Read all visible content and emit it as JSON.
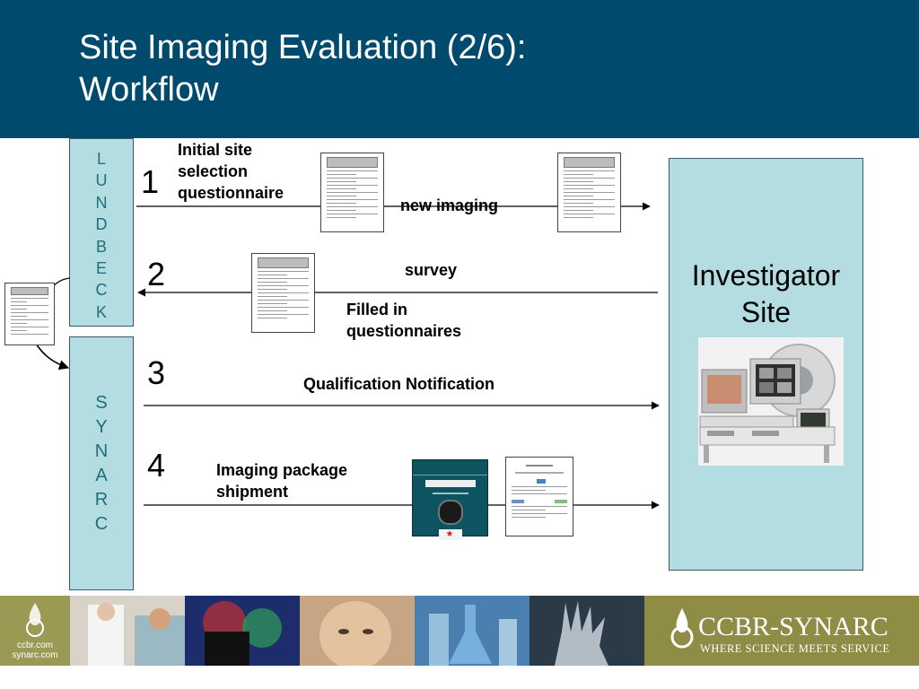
{
  "title_line1": "Site Imaging Evaluation (2/6):",
  "title_line2": "Workflow",
  "sponsor_letters": [
    "L",
    "U",
    "N",
    "D",
    "B",
    "E",
    "C",
    "K"
  ],
  "lab_letters": [
    "S",
    "Y",
    "N",
    "A",
    "R",
    "C"
  ],
  "site_label_line1": "Investigator",
  "site_label_line2": "Site",
  "steps": [
    {
      "number": "1",
      "label_lines": [
        "Initial site",
        "selection",
        "questionnaire"
      ],
      "extra_lines": [
        "new imaging",
        " survey"
      ]
    },
    {
      "number": "2",
      "label_lines": [
        "Filled in",
        "questionnaires"
      ]
    },
    {
      "number": "3",
      "label_lines": [
        "Qualification Notification"
      ]
    },
    {
      "number": "4",
      "label_lines": [
        "Imaging package",
        "shipment"
      ]
    }
  ],
  "footer": {
    "left_text_line1": "ccbr.com",
    "left_text_line2": "synarc.com",
    "brand_name": "CCBR-SYNARC",
    "brand_tagline": "WHERE SCIENCE MEETS SERVICE"
  },
  "colors": {
    "header_bg": "#004a6e",
    "box_fill": "#b4dde2",
    "box_text": "#1d6f7c",
    "footer_brand_bg": "#8f8c45"
  }
}
